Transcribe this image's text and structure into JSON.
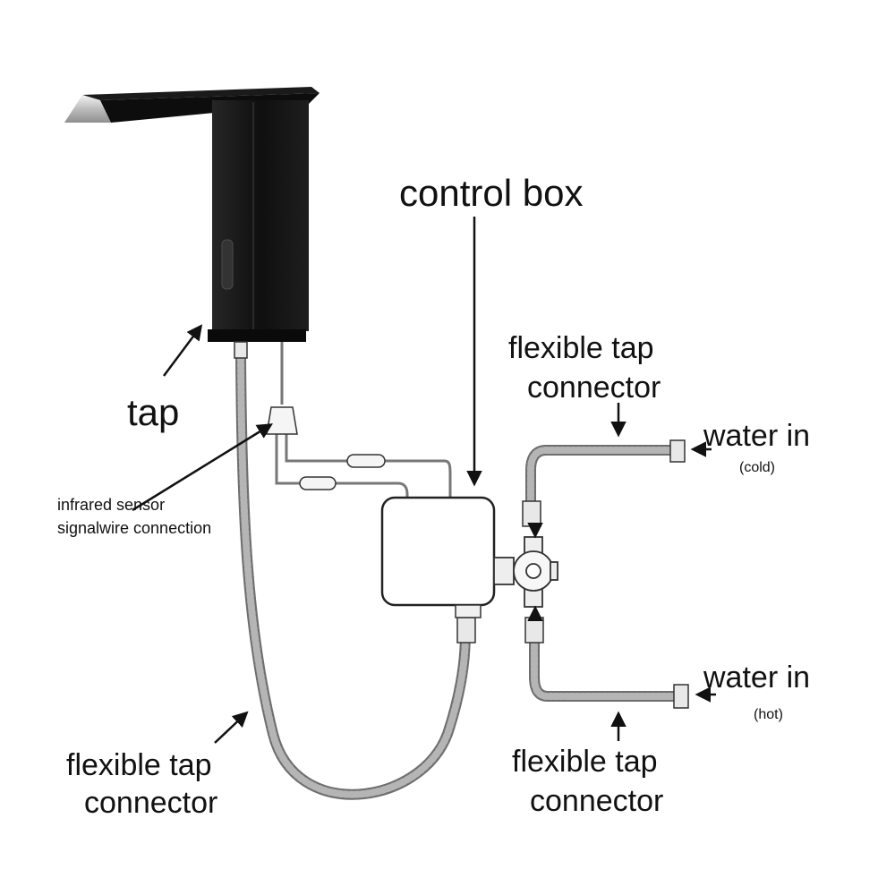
{
  "labels": {
    "control_box": "control box",
    "tap": "tap",
    "sensor_line1": "infrared sensor",
    "sensor_line2": "signalwire connection",
    "flex_top_line1": "flexible tap",
    "flex_top_line2": "connector",
    "water_cold": "water in",
    "cold_note": "(cold)",
    "water_hot": "water in",
    "hot_note": "(hot)",
    "flex_left_line1": "flexible tap",
    "flex_left_line2": "connector",
    "flex_right_line1": "flexible tap",
    "flex_right_line2": "connector"
  },
  "colors": {
    "tap_body": "#141414",
    "tap_spout_chrome": "#d9d9d9",
    "hose": "#8a8a8a",
    "box_outline": "#222222",
    "box_fill": "#ffffff",
    "label_text": "#111111"
  }
}
